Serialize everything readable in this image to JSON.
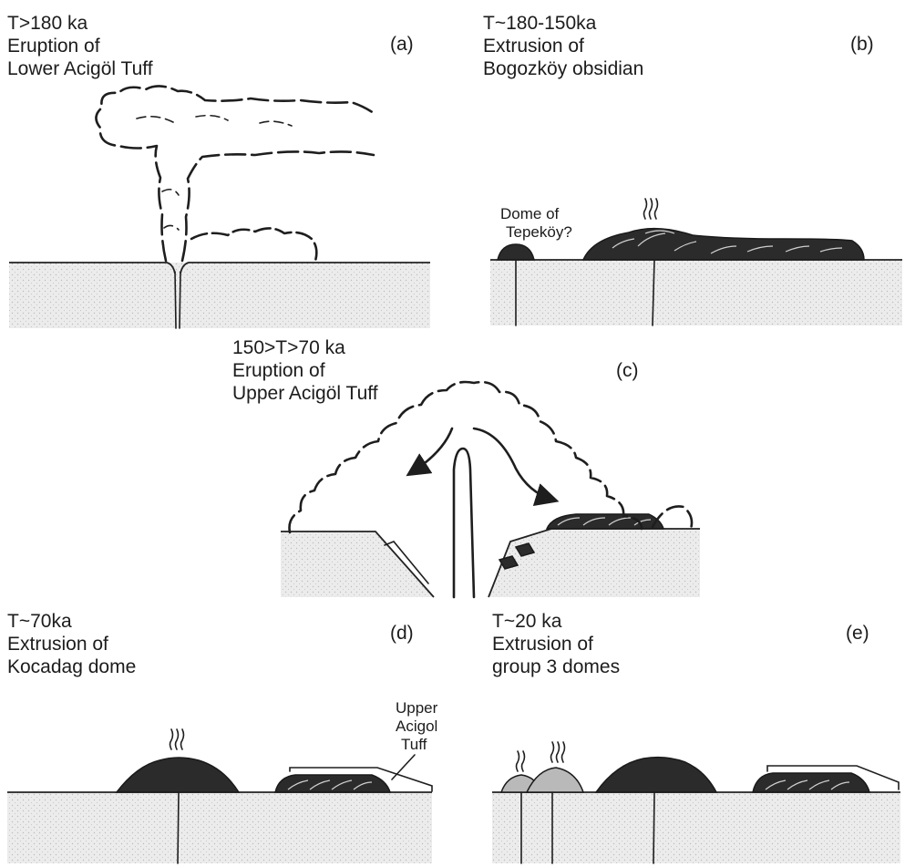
{
  "panels": {
    "a": {
      "tag": "(a)",
      "line1": "T>180 ka",
      "line2": "Eruption of",
      "line3": "Lower Acigöl Tuff"
    },
    "b": {
      "tag": "(b)",
      "line1": "T~180-150ka",
      "line2": "Extrusion of",
      "line3": "Bogozköy obsidian",
      "dome_label_1": "Dome of",
      "dome_label_2": "Tepeköy?"
    },
    "c": {
      "tag": "(c)",
      "line1": "150>T>70 ka",
      "line2": "Eruption of",
      "line3": "Upper Acigöl Tuff"
    },
    "d": {
      "tag": "(d)",
      "line1": "T~70ka",
      "line2": "Extrusion of",
      "line3": "Kocadag dome",
      "tuff_label_1": "Upper",
      "tuff_label_2": "Acigol",
      "tuff_label_3": "Tuff"
    },
    "e": {
      "tag": "(e)",
      "line1": "T~20 ka",
      "line2": "Extrusion of",
      "line3": "group 3 domes"
    }
  }
}
